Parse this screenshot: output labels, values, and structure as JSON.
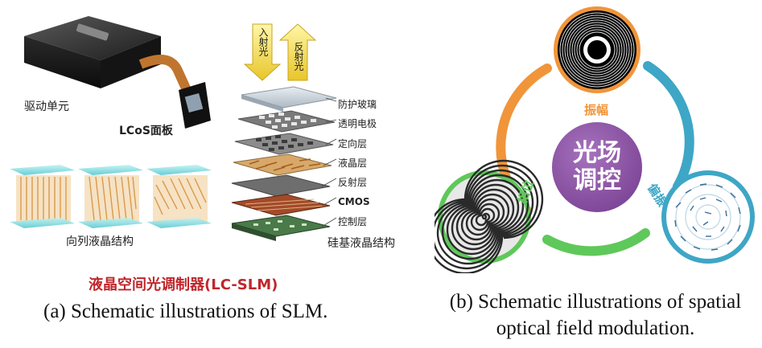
{
  "panel_a": {
    "label_drive_unit": "驱动单元",
    "label_lcos_panel": "LCoS面板",
    "label_nematic_structure": "向列液晶结构",
    "label_silicon_structure": "硅基液晶结构",
    "arrow_incident": "入射光",
    "arrow_reflect": "反射光",
    "layers": [
      "防护玻璃",
      "透明电极",
      "定向层",
      "液晶层",
      "反射层",
      "CMOS",
      "控制层"
    ],
    "title_cn": "液晶空间光调制器(LC-SLM)",
    "caption": "(a) Schematic illustrations of SLM."
  },
  "panel_b": {
    "center_line1": "光场",
    "center_line2": "调控",
    "label_amplitude": "振幅",
    "label_phase": "相位",
    "label_polarization": "偏振",
    "caption_line1": "(b) Schematic illustrations of spatial",
    "caption_line2": "optical field modulation.",
    "colors": {
      "orange": "#f0953a",
      "blue": "#3ea6c6",
      "green": "#5fc85a",
      "purple": "#8e55a6"
    }
  }
}
